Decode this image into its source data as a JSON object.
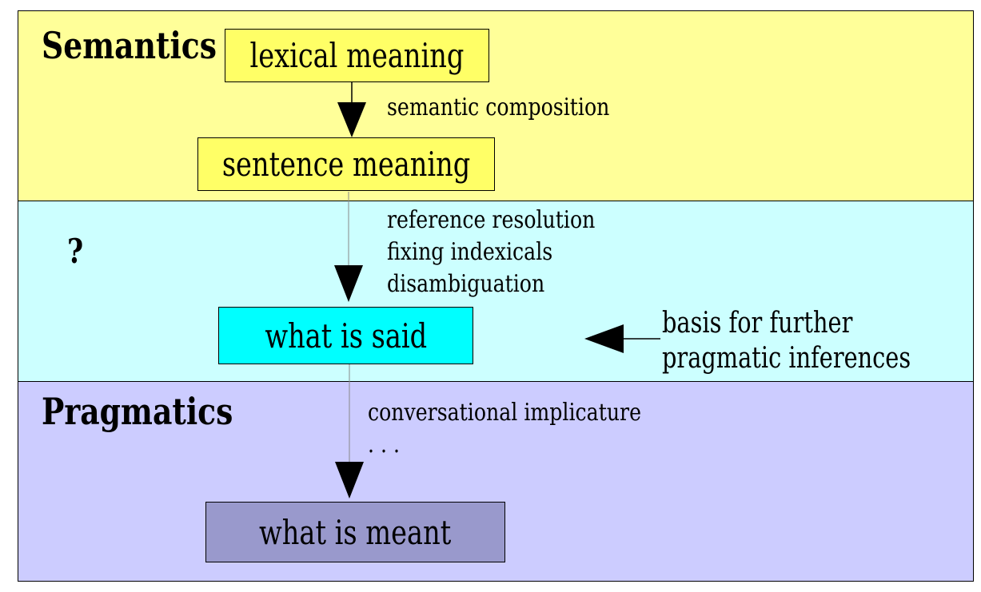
{
  "bands": {
    "semantics_heading": "Semantics",
    "middle_heading": "?",
    "pragmatics_heading": "Pragmatics"
  },
  "boxes": {
    "lexical_meaning": "lexical meaning",
    "sentence_meaning": "sentence meaning",
    "what_is_said": "what is said",
    "what_is_meant": "what is meant"
  },
  "notes": {
    "semantic_composition": "semantic composition",
    "resolution_steps": [
      "reference resolution",
      "fixing indexicals",
      "disambiguation"
    ],
    "further_inferences": [
      "basis for further",
      "pragmatic inferences"
    ],
    "implicature_steps": [
      "conversational implicature",
      ". . ."
    ]
  },
  "colors": {
    "semantics_band": "#ffff99",
    "middle_band": "#ccffff",
    "pragmatics_band": "#ccccff",
    "semantics_box": "#ffff66",
    "what_is_said_box": "#00ffff",
    "what_is_meant_box": "#9999cc"
  }
}
